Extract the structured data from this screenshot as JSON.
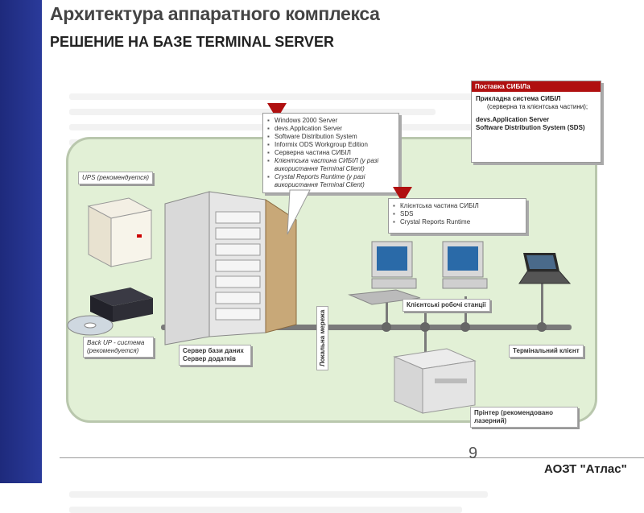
{
  "title": "Архитектура аппаратного комплекса",
  "subtitle": "РЕШЕНИЕ НА БАЗЕ TERMINAL SERVER",
  "supply_box": {
    "header": "Поставка СИБІЛа",
    "line1": "Прикладна система СИБІЛ",
    "line2": "(серверна та клієнтська частини);",
    "line3": "devs.Application Server",
    "line4": "Software Distribution System (SDS)"
  },
  "server_callout": {
    "items": [
      "Windows 2000 Server",
      "devs.Application Server",
      "Software Distribution System",
      "Informix ODS Workgroup Edition",
      "Серверна частина СИБІЛ",
      "Клієнтська частина СИБІЛ (у разі використання Terminal Client)",
      "Crystal Reports Runtime (у разі використання Terminal Client)"
    ]
  },
  "client_callout": {
    "items": [
      "Клієнтська частина СИБІЛ",
      "SDS",
      "Crystal Reports Runtime"
    ]
  },
  "labels": {
    "ups": "UPS (рекомендуется)",
    "backup": "Back UP - система (рекомендуется)",
    "server": "Сервер бази даних Сервер додатків",
    "network": "Локальна мережа",
    "workstations": "Клієнтські робочі станції",
    "terminal": "Термінальний клієнт",
    "printer": "Прінтер (рекомендовано лазерний)"
  },
  "page_number": "9",
  "company": "АОЗТ \"Атлас\"",
  "colors": {
    "sidebar": "#2a3a9a",
    "panel": "#e2f0d6",
    "accent": "#b01010"
  }
}
